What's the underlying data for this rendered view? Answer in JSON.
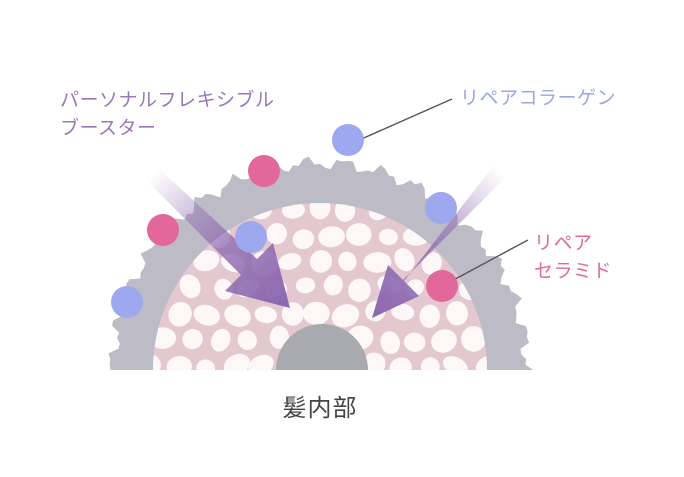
{
  "labels": {
    "booster_line1": "パーソナルフレキシブル",
    "booster_line2": "ブースター",
    "collagen": "リペアコラーゲン",
    "ceramide_line1": "リペア",
    "ceramide_line2": "セラミド",
    "hair_interior": "髪内部"
  },
  "colors": {
    "booster_text": "#9a78b8",
    "collagen_text": "#9aa6ea",
    "ceramide_text": "#e06b9a",
    "cuticle": "#bdbcc6",
    "cortex": "#e3c8d0",
    "cell": "#fdf7f8",
    "core": "#a9aaae",
    "collagen_dot": "#9ea8ee",
    "ceramide_dot": "#e2679a",
    "arrow": "#8d68b0",
    "caption_text": "#444444"
  },
  "icons": {
    "booster_arrow": "arrow-icon",
    "collagen_particle": "collagen-dot-icon",
    "ceramide_particle": "ceramide-dot-icon"
  }
}
